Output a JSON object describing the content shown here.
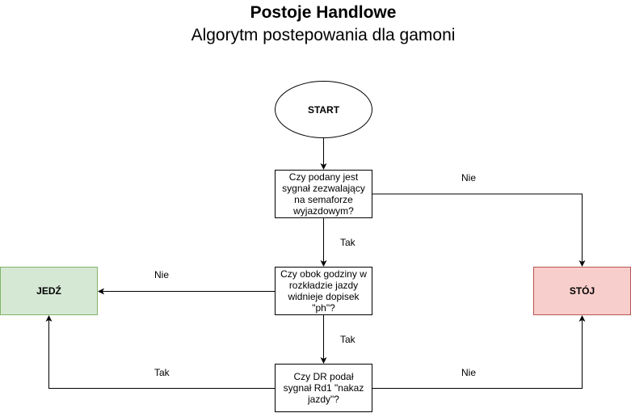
{
  "header": {
    "title": "Postoje Handlowe",
    "subtitle": "Algorytm postepowania dla gamoni"
  },
  "nodes": {
    "start": "START",
    "question_1": "Czy podany jest sygnał zezwalający na semaforze wyjazdowym?",
    "question_2": "Czy obok godziny w rozkładzie jazdy widnieje dopisek \"ph\"?",
    "question_3": "Czy DR podał sygnał Rd1 \"nakaz jazdy\"?",
    "go": "JEDŹ",
    "stop": "STÓJ"
  },
  "edges": {
    "q1_no": "Nie",
    "q1_yes": "Tak",
    "q2_no": "Nie",
    "q2_yes": "Tak",
    "q3_yes": "Tak",
    "q3_no": "Nie"
  },
  "colors": {
    "go_fill": "#d5e8d4",
    "go_border": "#82b366",
    "stop_fill": "#f8cecc",
    "stop_border": "#b85450"
  }
}
